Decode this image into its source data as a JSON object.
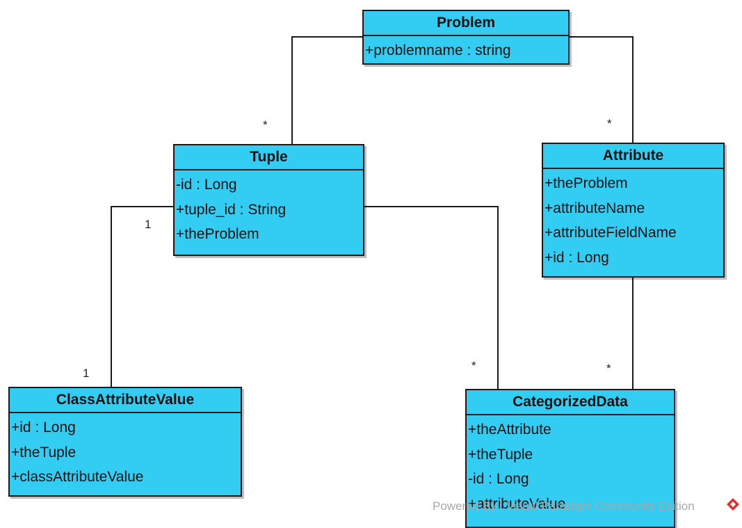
{
  "classes": {
    "problem": {
      "name": "Problem",
      "attributes": [
        "+problemname : string"
      ]
    },
    "tuple": {
      "name": "Tuple",
      "attributes": [
        "-id : Long",
        "+tuple_id : String",
        "+theProblem"
      ]
    },
    "attribute": {
      "name": "Attribute",
      "attributes": [
        "+theProblem",
        "+attributeName",
        "+attributeFieldName",
        "+id : Long"
      ]
    },
    "class_attribute_value": {
      "name": "ClassAttributeValue",
      "attributes": [
        "+id : Long",
        "+theTuple",
        "+classAttributeValue"
      ]
    },
    "categorized_data": {
      "name": "CategorizedData",
      "attributes": [
        "+theAttribute",
        "+theTuple",
        "-id : Long",
        "+attributeValue"
      ]
    }
  },
  "multiplicities": {
    "problem_tuple": "*",
    "problem_attribute": "*",
    "tuple_cav_source": "1",
    "tuple_cav_target": "1",
    "tuple_categorized": "*",
    "attribute_categorized": "*"
  },
  "footer": {
    "text": "Powered By : Visual Paradigm Community Edition",
    "icon": "visual-paradigm-logo-icon"
  },
  "colors": {
    "class_fill": "#33ccf2",
    "border": "#1a1a1a",
    "line": "#1a1a1a",
    "footer_text": "#a8a8a8",
    "logo": "#e03030"
  }
}
